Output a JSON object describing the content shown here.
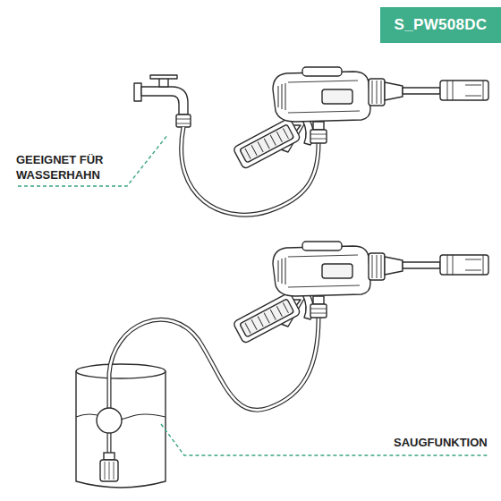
{
  "diagram": {
    "nodes": [
      {
        "text": [
          "S_PW508DC"
        ]
      }
    ],
    "labels": [
      "GEEIGNET FÜR WASSERHAHN",
      "SAUGFUNKTION"
    ]
  }
}
